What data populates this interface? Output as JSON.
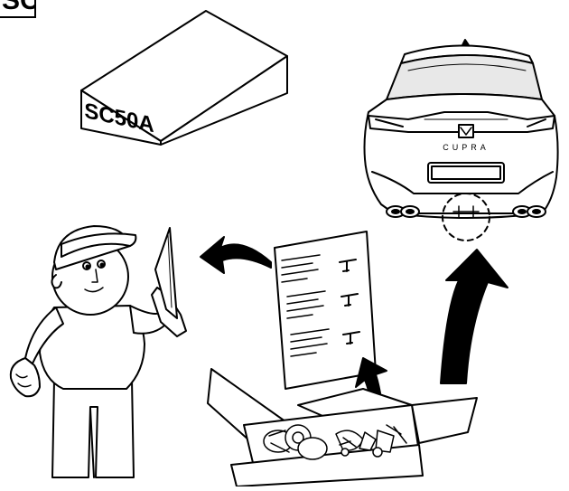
{
  "corner_label": "SC",
  "product_box_label": "SC50A",
  "car_badge_text": "CUPRA",
  "colors": {
    "line": "#000000",
    "fill": "#ffffff",
    "glass": "#e8e8e8"
  }
}
